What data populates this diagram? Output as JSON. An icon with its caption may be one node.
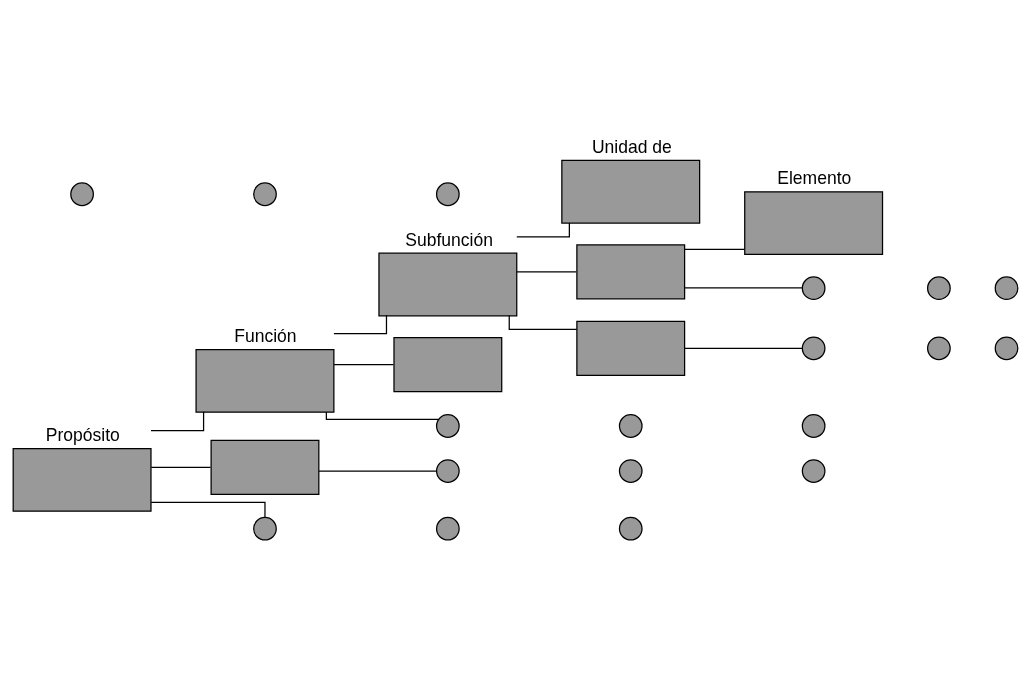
{
  "diagram": {
    "nodes": [
      {
        "text": [
          "Propósito"
        ]
      },
      {
        "text": [
          "Función"
        ]
      },
      {
        "text": [
          "Subfunción"
        ]
      },
      {
        "text": [
          "Unidad de"
        ]
      },
      {
        "text": [],
        "shape": "box"
      },
      {
        "text": [
          "Elemento"
        ]
      },
      {
        "text": [],
        "shape": "circle"
      },
      {
        "text": [],
        "shape": "circle"
      },
      {
        "text": [],
        "shape": "circle"
      },
      {
        "text": [],
        "shape": "box"
      },
      {
        "text": [],
        "shape": "circle"
      },
      {
        "text": [],
        "shape": "circle"
      },
      {
        "text": [],
        "shape": "circle"
      },
      {
        "text": [],
        "shape": "box"
      },
      {
        "text": [],
        "shape": "circle"
      },
      {
        "text": [],
        "shape": "circle"
      },
      {
        "text": [],
        "shape": "circle"
      },
      {
        "text": [],
        "shape": "circle"
      },
      {
        "text": [],
        "shape": "circle"
      },
      {
        "text": [],
        "shape": "circle"
      },
      {
        "text": [],
        "shape": "box"
      },
      {
        "text": [],
        "shape": "circle"
      },
      {
        "text": [],
        "shape": "circle"
      },
      {
        "text": [],
        "shape": "circle"
      },
      {
        "text": [],
        "shape": "circle"
      },
      {
        "text": [],
        "shape": "circle"
      },
      {
        "text": [],
        "shape": "circle"
      }
    ],
    "edges": [
      {
        "from": 0,
        "to": 1,
        "arrow": "none"
      },
      {
        "from": 0,
        "to": 20,
        "arrow": "none"
      },
      {
        "from": 0,
        "to": 24,
        "arrow": "none"
      },
      {
        "from": 1,
        "to": 2,
        "arrow": "none"
      },
      {
        "from": 1,
        "to": 13,
        "arrow": "none"
      },
      {
        "from": 1,
        "to": 14,
        "arrow": "none"
      },
      {
        "from": 2,
        "to": 3,
        "arrow": "none"
      },
      {
        "from": 2,
        "to": 4,
        "arrow": "none"
      },
      {
        "from": 2,
        "to": 9,
        "arrow": "none"
      },
      {
        "from": 4,
        "to": 5,
        "arrow": "none"
      },
      {
        "from": 4,
        "to": 6,
        "arrow": "none"
      },
      {
        "from": 9,
        "to": 10,
        "arrow": "none"
      },
      {
        "from": 20,
        "to": 21,
        "arrow": "none"
      }
    ]
  }
}
